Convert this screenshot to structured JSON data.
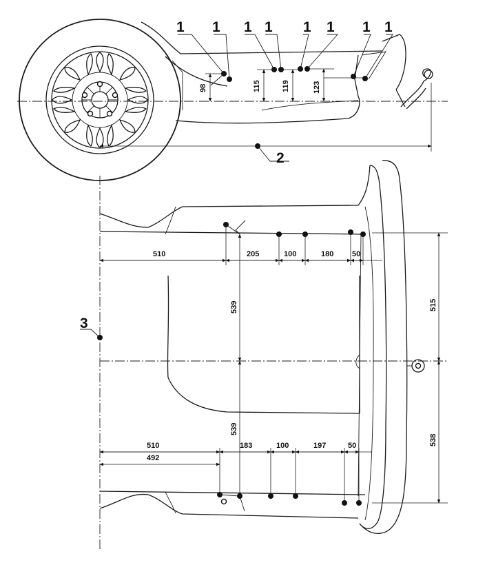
{
  "callouts": {
    "point_label": "1",
    "axis_label": "2",
    "centerline_label": "3"
  },
  "side_view": {
    "heights": [
      "98",
      "115",
      "119",
      "123"
    ]
  },
  "top_view": {
    "upper_row": [
      "510",
      "205",
      "100",
      "180",
      "50"
    ],
    "lower_row": [
      "510",
      "492",
      "183",
      "100",
      "197",
      "50"
    ],
    "verticals": [
      "539",
      "539"
    ],
    "right_side": [
      "515",
      "538"
    ]
  }
}
